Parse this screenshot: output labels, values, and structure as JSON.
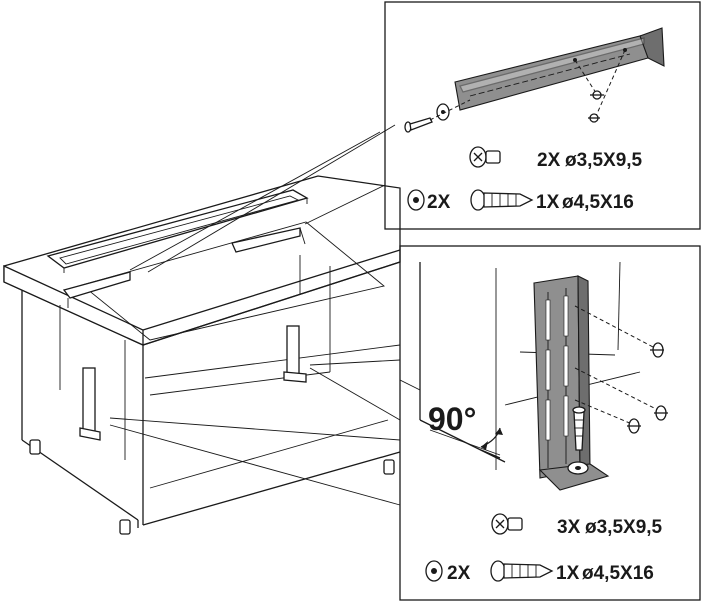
{
  "top_detail": {
    "screw_row": {
      "qty": "2X",
      "spec": "ø3,5X9,5"
    },
    "washer_row": {
      "qty": "2X",
      "screw_qty": "1X",
      "screw_spec": "ø4,5X16"
    }
  },
  "bottom_detail": {
    "angle": "90°",
    "screw_row": {
      "qty": "3X",
      "spec": "ø3,5X9,5"
    },
    "washer_row": {
      "qty": "2X",
      "screw_qty": "1X",
      "screw_spec": "ø4,5X16"
    }
  },
  "icons": [
    "cabinet-illustration",
    "bracket-icon",
    "screw-head-icon",
    "washer-icon",
    "long-screw-icon",
    "right-angle-icon"
  ]
}
